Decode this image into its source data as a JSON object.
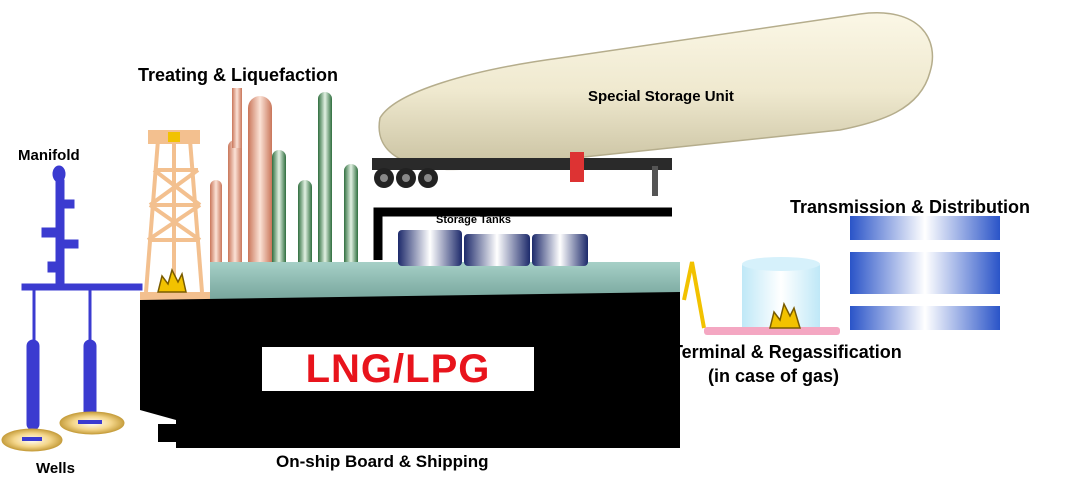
{
  "labels": {
    "treating": "Treating & Liquefaction",
    "special_storage": "Special Storage Unit",
    "manifold": "Manifold",
    "storage_tanks": "Storage Tanks",
    "transmission": "Transmission & Distribution",
    "product": "LNG/LPG",
    "terminal_line1": "Terminal & Regassification",
    "terminal_line2": "(in case of gas)",
    "wells": "Wells",
    "shipping": "On-ship Board & Shipping"
  },
  "colors": {
    "manifold_blue": "#3b3bd0",
    "product_red": "#e8141c",
    "hull_black": "#000000",
    "tower_peach": "#f3c08f",
    "column_salmon": "#e39a7a",
    "column_green": "#4f8a5b",
    "trailer_cream": "#efe9cf",
    "deck_teal": "#8fbfb6",
    "terminal_pink": "#f4a7c2",
    "pipe_yellow": "#f2c200",
    "transmission_blue": "#2a54c8"
  },
  "icons": {
    "flame": "flame-icon",
    "well_cap": "well-pad-icon"
  }
}
